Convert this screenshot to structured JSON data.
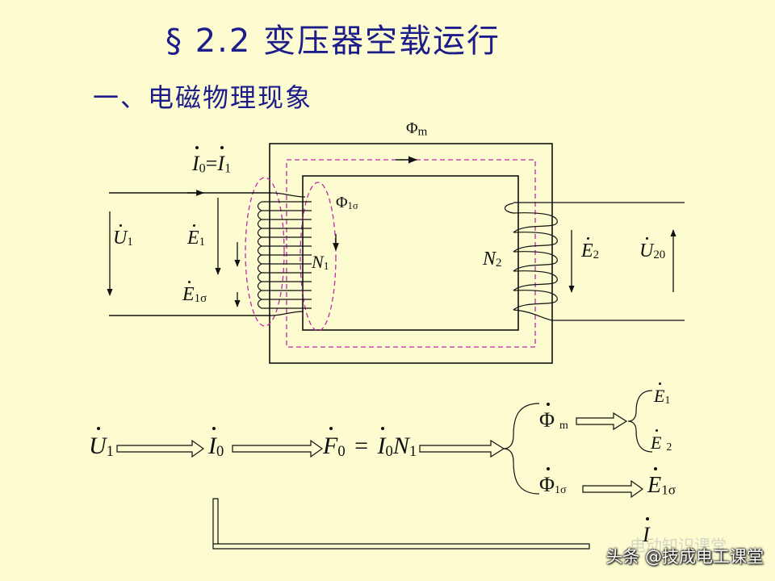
{
  "heading": {
    "title": "§ 2.2 变压器空载运行",
    "section": "一、电磁物理现象"
  },
  "circuit": {
    "flux_main": "Φ",
    "flux_main_sub": "m",
    "current_main": "I",
    "current_sub0": "0",
    "current_eq": "=",
    "current_sub1": "1",
    "flux_leak": "Φ",
    "flux_leak_sub": "1σ",
    "u1": "U",
    "u1_sub": "1",
    "e1": "E",
    "e1_sub": "1",
    "e1s": "E",
    "e1s_sub": "1σ",
    "n1": "N",
    "n1_sub": "1",
    "n2": "N",
    "n2_sub": "2",
    "e2": "E",
    "e2_sub": "2",
    "u20": "U",
    "u20_sub": "20"
  },
  "flow": {
    "u1": "U",
    "u1_sub": "1",
    "i0": "I",
    "i0_sub": "0",
    "f0": "F",
    "f0_sub": "0",
    "eq": "=",
    "i0b": "I",
    "i0b_sub": "0",
    "n1": "N",
    "n1_sub": "1",
    "phim": "Φ",
    "phim_sub": "m",
    "e1": "E",
    "e1_sub": "1",
    "e2": "E",
    "e2_sub": "2",
    "phi1s": "Φ",
    "phi1s_sub": "1σ",
    "e1s": "E",
    "e1s_sub": "1σ",
    "i_bottom": "I"
  },
  "watermark": {
    "text": "头条 @技成电工课堂",
    "ghost": "电动知识课堂"
  },
  "colors": {
    "background": "#fdfbd0",
    "title": "#1c1c8a",
    "flux_path": "#c02aa8",
    "line": "#111111"
  }
}
